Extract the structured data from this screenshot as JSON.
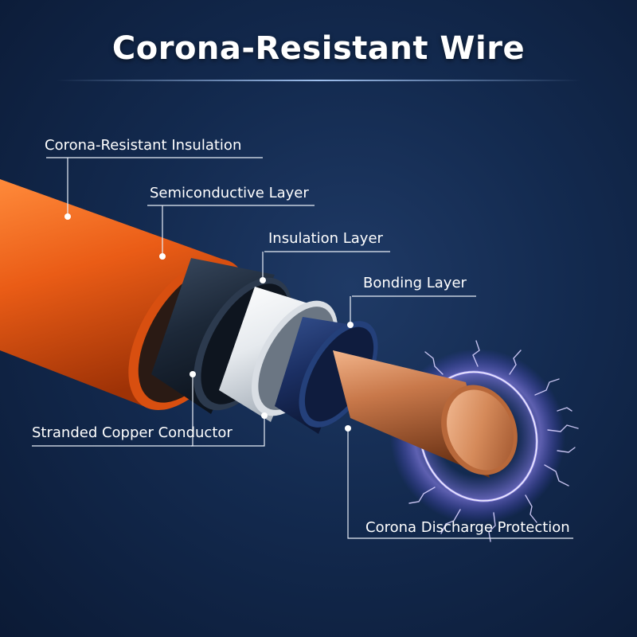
{
  "title": "Corona-Resistant Wire",
  "colors": {
    "background": "#132a4f",
    "outer_jacket": "#e85a14",
    "semiconductive": "#1c2838",
    "insulation": "#f2f4f6",
    "bonding": "#1b2f63",
    "copper": "#c8784a",
    "discharge": "#9b8cff"
  },
  "labels": {
    "corona_resistant_insulation": "Corona-Resistant Insulation",
    "semiconductive_layer": "Semiconductive Layer",
    "insulation_layer": "Insulation Layer",
    "bonding_layer": "Bonding Layer",
    "stranded_copper_conductor": "Stranded Copper Conductor",
    "corona_discharge_protection": "Corona Discharge Protection"
  }
}
